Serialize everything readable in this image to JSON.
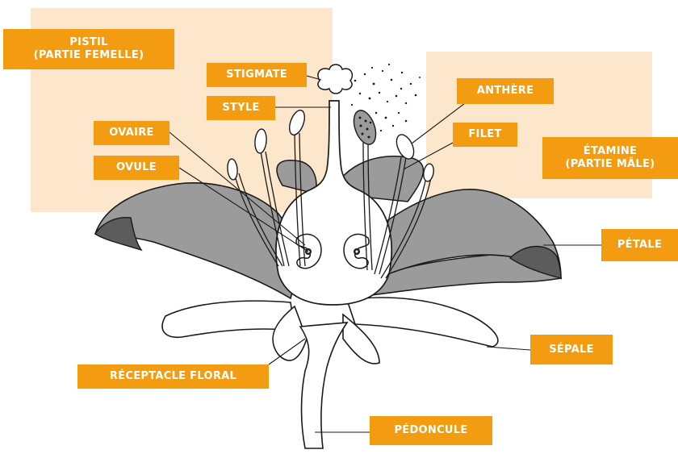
{
  "colors": {
    "label_bg": "#f39c12",
    "label_text": "#ffffff",
    "group_bg": "#fde7cc",
    "petal_fill": "#9b9b9b",
    "petal_tip": "#5c5c5c",
    "outline": "#1a1a1a",
    "flower_white": "#ffffff"
  },
  "groups": {
    "pistil": {
      "line1": "PISTIL",
      "line2": "(PARTIE FEMELLE)"
    },
    "etamine": {
      "line1": "ÉTAMINE",
      "line2": "(PARTIE MÂLE)"
    }
  },
  "labels": {
    "stigmate": "STIGMATE",
    "style": "STYLE",
    "ovaire": "OVAIRE",
    "ovule": "OVULE",
    "anthere": "ANTHÈRE",
    "filet": "FILET",
    "petale": "PÉTALE",
    "sepale": "SÉPALE",
    "receptacle": "RÉCEPTACLE FLORAL",
    "pedoncule": "PÉDONCULE"
  }
}
